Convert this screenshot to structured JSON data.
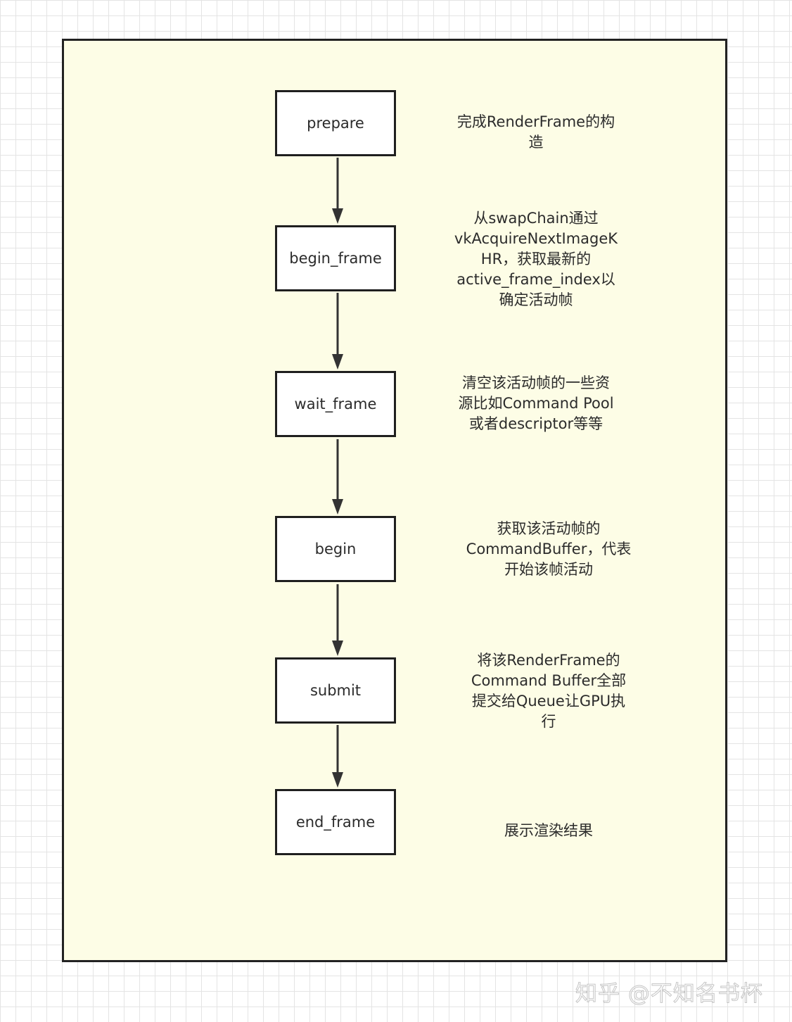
{
  "steps": [
    {
      "label": "prepare"
    },
    {
      "label": "begin_frame"
    },
    {
      "label": "wait_frame"
    },
    {
      "label": "begin"
    },
    {
      "label": "submit"
    },
    {
      "label": "end_frame"
    }
  ],
  "notes": [
    {
      "lines": [
        "完成RenderFrame的构",
        "造"
      ]
    },
    {
      "lines": [
        "从swapChain通过",
        "vkAcquireNextImageK",
        "HR，获取最新的",
        "active_frame_index以",
        "确定活动帧"
      ]
    },
    {
      "lines": [
        "清空该活动帧的一些资",
        "源比如Command Pool",
        "或者descriptor等等"
      ]
    },
    {
      "lines": [
        "获取该活动帧的",
        "CommandBuffer，代表",
        "开始该帧活动"
      ]
    },
    {
      "lines": [
        "将该RenderFrame的",
        "Command Buffer全部",
        "提交给Queue让GPU执",
        "行"
      ]
    },
    {
      "lines": [
        "展示渲染结果"
      ]
    }
  ],
  "colors": {
    "canvas_fill": "#fdfde6",
    "box_border": "#1f1f1f",
    "arrow": "#333333",
    "grid": "#e4e4e4"
  },
  "watermark": "知乎 @不知名书杯"
}
